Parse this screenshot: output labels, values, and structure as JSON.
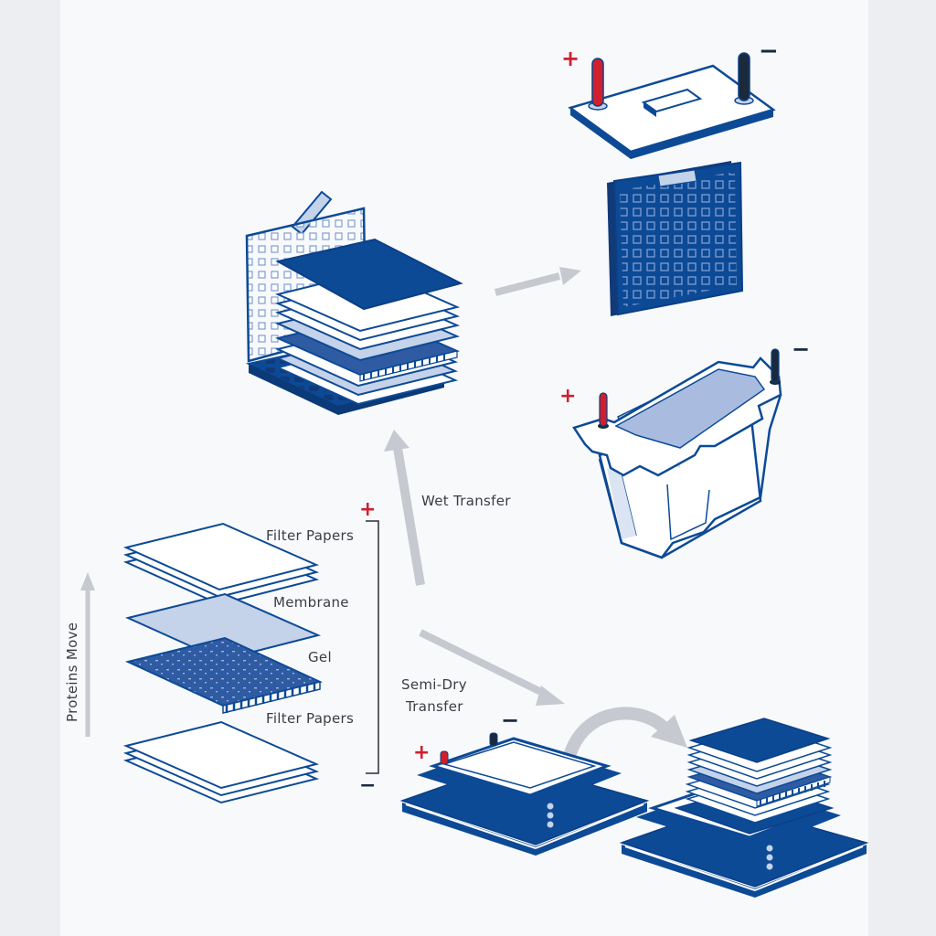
{
  "labels": {
    "wet_transfer": "Wet Transfer",
    "semi_dry_line1": "Semi-Dry",
    "semi_dry_line2": "Transfer",
    "filter_papers_top": "Filter Papers",
    "membrane": "Membrane",
    "gel": "Gel",
    "filter_papers_bottom": "Filter Papers",
    "proteins_move": "Proteins Move",
    "plus": "+",
    "minus": "−"
  },
  "colors": {
    "navy": "#0b3f86",
    "deep_blue": "#0c4a96",
    "light_blue": "#c4d2ea",
    "pale_blue": "#e4ebf6",
    "positive_red": "#d0202e",
    "negative_dark": "#1a2a3c",
    "arrow_gray": "#c6c9cf"
  }
}
